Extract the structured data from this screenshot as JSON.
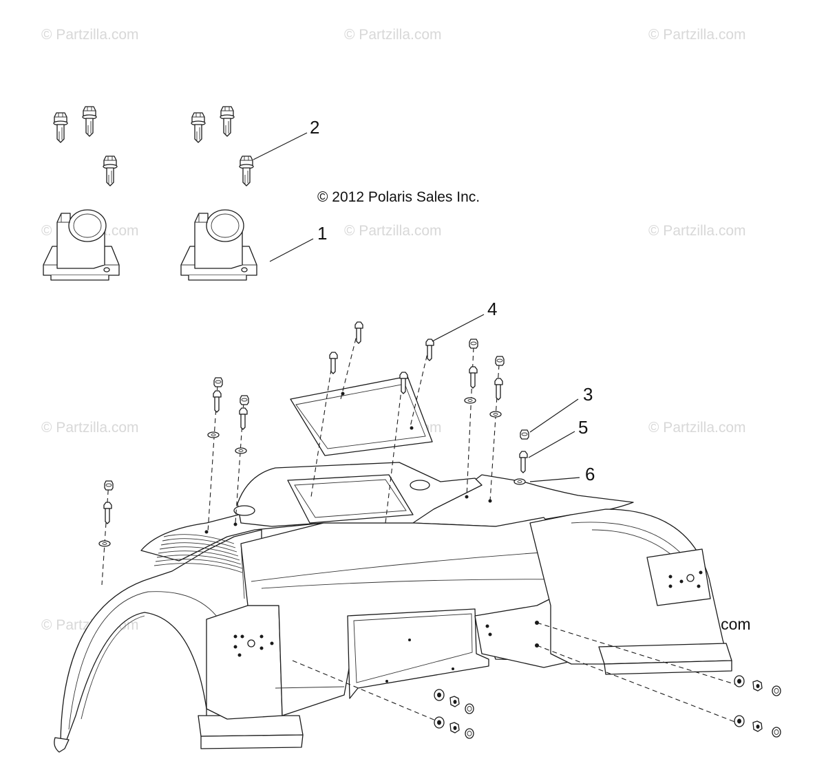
{
  "watermark": {
    "text": "© Partzilla.com"
  },
  "copyright": "© 2012 Polaris Sales Inc.",
  "brand_mark": "©Partzilla.com",
  "callouts": [
    "1",
    "2",
    "3",
    "4",
    "5",
    "6"
  ],
  "colors": {
    "line": "#1a1a1a",
    "watermark": "#d8d8d8",
    "background": "#ffffff"
  }
}
